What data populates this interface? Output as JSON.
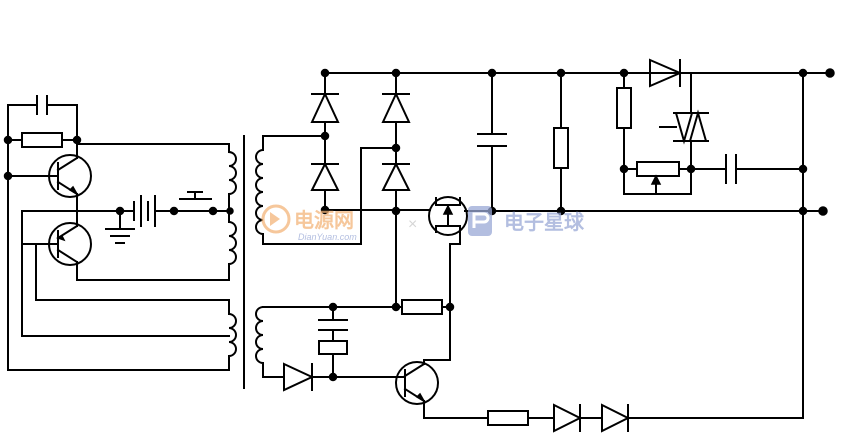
{
  "watermark": {
    "brand_cn": "电源网",
    "brand_en": "DianYuan.com",
    "separator": "×",
    "partner_cn": "电子星球",
    "colors": {
      "orange": "#f3b57a",
      "blue": "#9aa9d6"
    }
  }
}
